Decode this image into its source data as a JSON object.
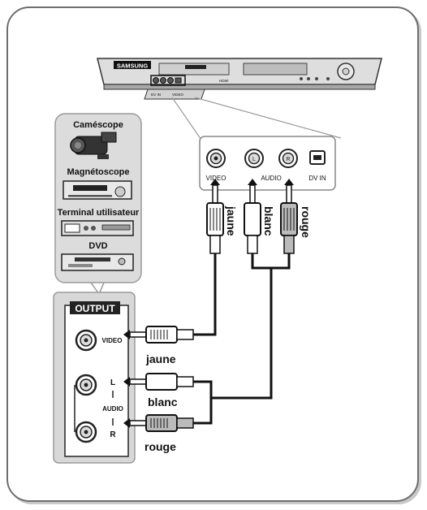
{
  "recorder": {
    "brand": "SAMSUNG",
    "front_text_1": "HDMI",
    "front_text_2": "DV IN",
    "front_text_3": "VIDEO"
  },
  "front_panel": {
    "video_label": "VIDEO",
    "audio_label": "AUDIO",
    "dv_label": "DV IN",
    "left_symbol": "L",
    "right_symbol": "R"
  },
  "sources": {
    "items": [
      "Caméscope",
      "Magnétoscope",
      "Terminal utilisateur",
      "DVD"
    ]
  },
  "output_panel": {
    "title": "OUTPUT",
    "video_label": "VIDEO",
    "audio_label": "AUDIO",
    "l_label": "L",
    "r_label": "R"
  },
  "cable_labels": {
    "yellow": "jaune",
    "white": "blanc",
    "red": "rouge"
  }
}
